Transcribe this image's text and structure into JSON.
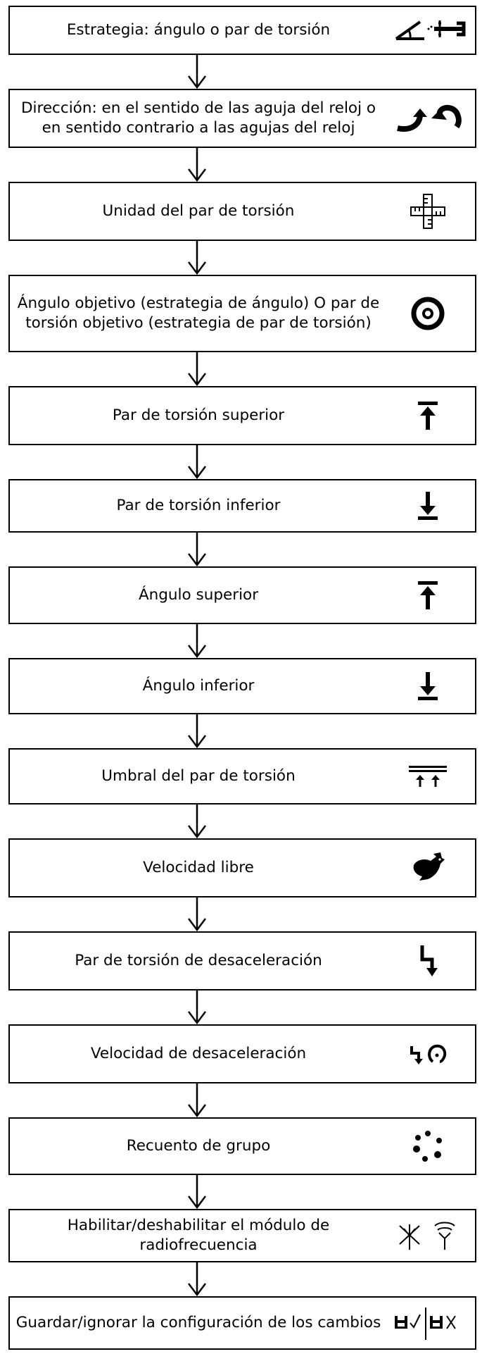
{
  "steps": [
    {
      "label": "Estrategia: ángulo o par de torsión",
      "icon": "angle-torque-strategy-icon"
    },
    {
      "label": "Dirección: en el sentido de las aguja del reloj o en sentido contrario a las agujas del reloj",
      "icon": "clockwise-counterclockwise-icon"
    },
    {
      "label": "Unidad del par de torsión",
      "icon": "torque-unit-icon"
    },
    {
      "label": "Ángulo objetivo (estrategia de ángulo) O par de torsión objetivo (estrategia de par de torsión)",
      "icon": "target-icon"
    },
    {
      "label": "Par de torsión superior",
      "icon": "upper-limit-icon"
    },
    {
      "label": "Par de torsión inferior",
      "icon": "lower-limit-icon"
    },
    {
      "label": "Ángulo superior",
      "icon": "upper-limit-icon"
    },
    {
      "label": "Ángulo inferior",
      "icon": "lower-limit-icon"
    },
    {
      "label": "Umbral del par de torsión",
      "icon": "threshold-icon"
    },
    {
      "label": "Velocidad libre",
      "icon": "rabbit-icon"
    },
    {
      "label": "Par de torsión de desaceleración",
      "icon": "downshift-torque-icon"
    },
    {
      "label": "Velocidad de desaceleración",
      "icon": "downshift-speed-icon"
    },
    {
      "label": "Recuento de grupo",
      "icon": "batch-count-icon"
    },
    {
      "label": "Habilitar/deshabilitar el módulo de radiofrecuencia",
      "icon": "radio-module-icon"
    },
    {
      "label": "Guardar/ignorar la configuración de los cambios",
      "icon": "save-discard-icon"
    }
  ]
}
